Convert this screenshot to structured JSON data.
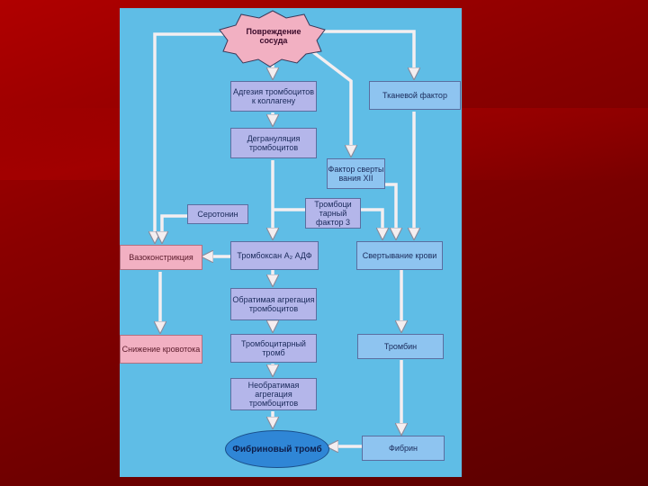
{
  "diagram": {
    "nodes": {
      "vessel_damage": "Повреждение сосуда",
      "adhesion": "Адгезия тромбоцитов к коллагену",
      "tissue_factor": "Тканевой фактор",
      "degranulation": "Дегрануляция тромбоцитов",
      "factor_xii": "Фактор сверты вания XII",
      "serotonin": "Серотонин",
      "platelet_factor3": "Тромбоци тарный фактор 3",
      "vasoconstriction": "Вазоконстрикция",
      "thromboxane": "Тромбоксан A₂ АДФ",
      "coagulation": "Свертывание крови",
      "reversible": "Обратимая агрегация тромбоцитов",
      "flow_decrease": "Снижение кровотока",
      "platelet_thrombus": "Тромбоцитарный тромб",
      "thrombin": "Тромбин",
      "irreversible": "Необратимая агрегация тромбоцитов",
      "fibrin_thrombus": "Фибриновый тромб",
      "fibrin": "Фибрин"
    },
    "colors": {
      "panel": "#5fbde6",
      "violet_box": "#b4b6ea",
      "blue_box": "#8ec4f0",
      "pink_box": "#f2b0c2",
      "starburst": "#f2b0c2",
      "arrow": "#f4eef0"
    }
  }
}
